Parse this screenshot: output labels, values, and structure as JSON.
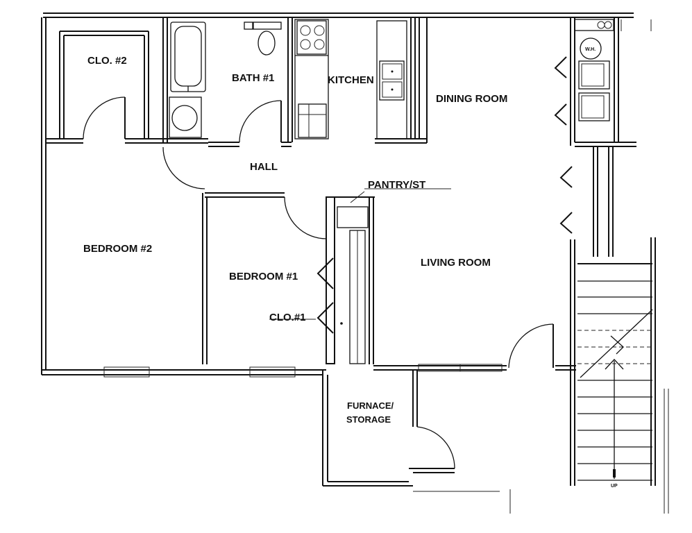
{
  "plan": {
    "rooms": {
      "closet2": "CLO. #2",
      "bath1": "BATH #1",
      "kitchen": "KITCHEN",
      "dining": "DINING ROOM",
      "hall": "HALL",
      "pantry": "PANTRY/ST",
      "bedroom2": "BEDROOM #2",
      "bedroom1": "BEDROOM #1",
      "living": "LIVING ROOM",
      "closet1": "CLO.#1",
      "furnace_line1": "FURNACE/",
      "furnace_line2": "STORAGE"
    },
    "fixtures": {
      "water_heater": "W.H.",
      "stair_up": "UP"
    }
  }
}
